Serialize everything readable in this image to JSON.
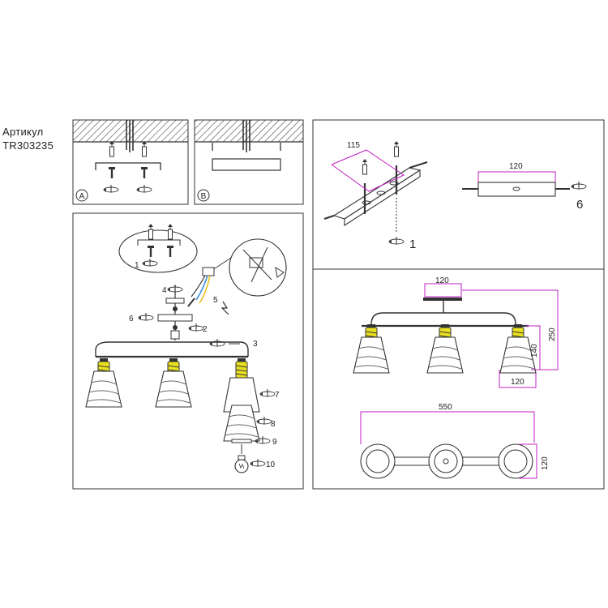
{
  "article": {
    "label": "Артикул",
    "code": "TR303235"
  },
  "panels": {
    "ceiling_a_badge": "A",
    "ceiling_b_badge": "B"
  },
  "steps": {
    "s1": "1",
    "s2": "2",
    "s3": "3",
    "s4": "4",
    "s5": "5",
    "s6": "6",
    "s7": "7",
    "s8": "8",
    "s9": "9",
    "s10": "10"
  },
  "bracket": {
    "dim_115": "115",
    "dim_120": "120",
    "step_1": "1",
    "step_6": "6"
  },
  "dimensions": {
    "top_width": "120",
    "height_total": "250",
    "shade_height": "140",
    "shade_width": "120",
    "length": "550",
    "canopy_dia": "120"
  },
  "colors": {
    "line": "#333333",
    "dim": "#c020c0",
    "socket": "#e8e020",
    "wire_blue": "#3a8fd8",
    "wire_yellow": "#e8c020"
  }
}
